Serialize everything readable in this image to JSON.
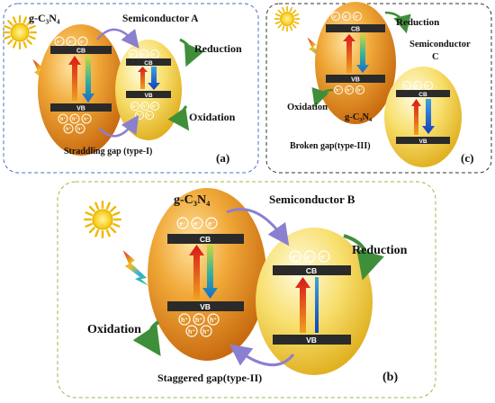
{
  "panel_a": {
    "material": "g-C₃N₄",
    "partner": "Semiconductor A",
    "cb": "CB",
    "vb": "VB",
    "reduction": "Reduction",
    "oxidation": "Oxidation",
    "caption": "Straddling gap (type-I)",
    "tag": "(a)"
  },
  "panel_c": {
    "material": "g-C₃N₄",
    "partner_line1": "Semiconductor",
    "partner_line2": "C",
    "cb": "CB",
    "vb": "VB",
    "reduction": "Reduction",
    "oxidation": "Oxidation",
    "caption": "Broken gap(type-III)",
    "tag": "(c)"
  },
  "panel_b": {
    "material": "g-C₃N₄",
    "partner": "Semiconductor B",
    "cb": "CB",
    "vb": "VB",
    "reduction": "Reduction",
    "oxidation": "Oxidation",
    "caption": "Staggered gap(type-II)",
    "tag": "(b)"
  },
  "carriers": {
    "electron": "e⁻",
    "hole": "h⁺"
  },
  "colors": {
    "sphere_gcn": "#e8901c",
    "sphere_semi": "#f5d84a",
    "band": "#2a2a2a",
    "arrow_purple": "#8b7fd0",
    "arrow_green": "#3f8f3a",
    "border_a": "#4a6fc6",
    "border_c": "#333333",
    "border_b": "#8fbf4a"
  }
}
